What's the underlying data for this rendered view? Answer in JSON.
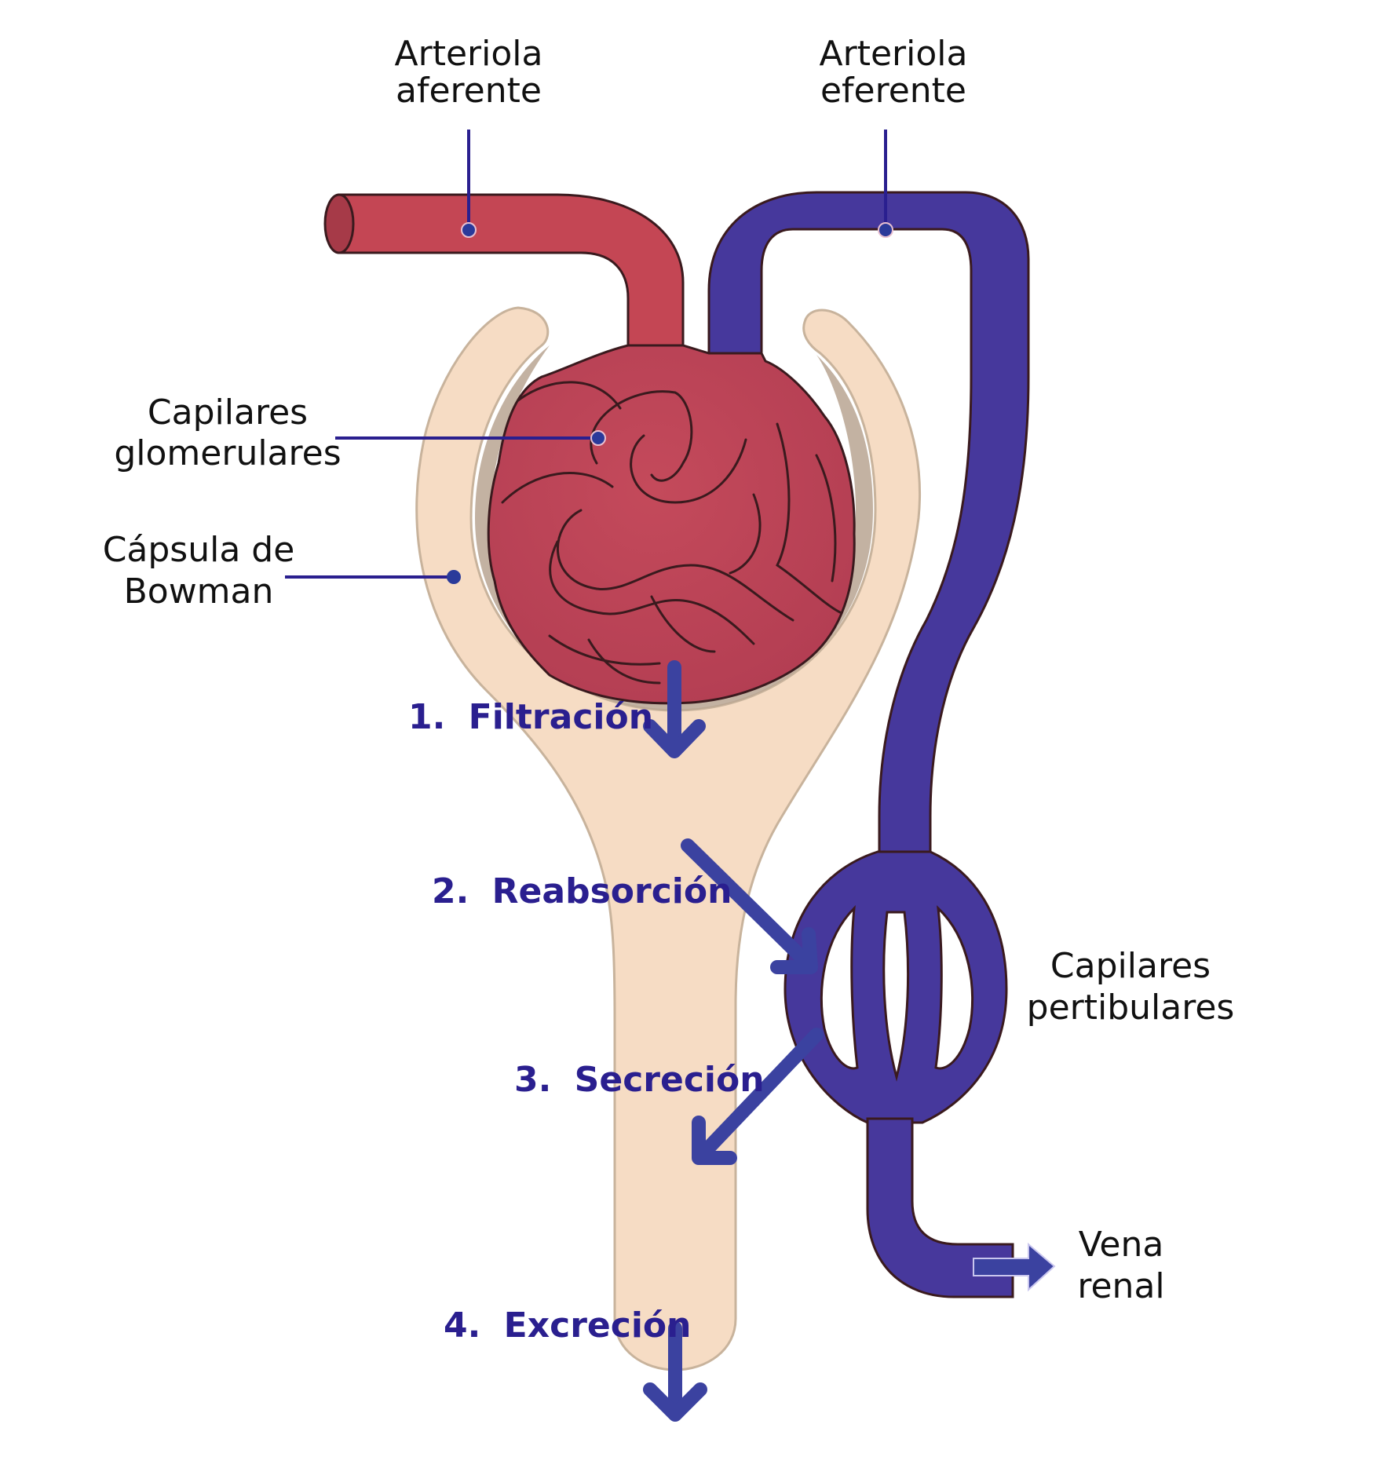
{
  "title": "Procesos de formación de la orina en la nefrona",
  "colors": {
    "arteriole": "#c24455",
    "arteriole_dark": "#a8384a",
    "vein": "#4b3a9a",
    "capsule": "#f6dcc4",
    "capsule_edge": "#c8b39c",
    "capsule_cavity": "#b8a592",
    "leader": "#2a1f8f",
    "step_text": "#2a1f8f",
    "arrow": "#3b42a0"
  },
  "labels": {
    "afferent": {
      "line1": "Arteriola",
      "line2": "aferente"
    },
    "efferent": {
      "line1": "Arteriola",
      "line2": "eferente"
    },
    "glomerular": {
      "line1": "Capilares",
      "line2": "glomerulares"
    },
    "bowman": {
      "line1": "Cápsula de",
      "line2": "Bowman"
    },
    "peritubular": {
      "line1": "Capilares",
      "line2": "pertibulares"
    },
    "renal_vein": {
      "line1": "Vena",
      "line2": "renal"
    }
  },
  "steps": [
    {
      "number": "1.",
      "name": "Filtración"
    },
    {
      "number": "2.",
      "name": "Reabsorción"
    },
    {
      "number": "3.",
      "name": "Secreción"
    },
    {
      "number": "4.",
      "name": "Excreción"
    }
  ]
}
